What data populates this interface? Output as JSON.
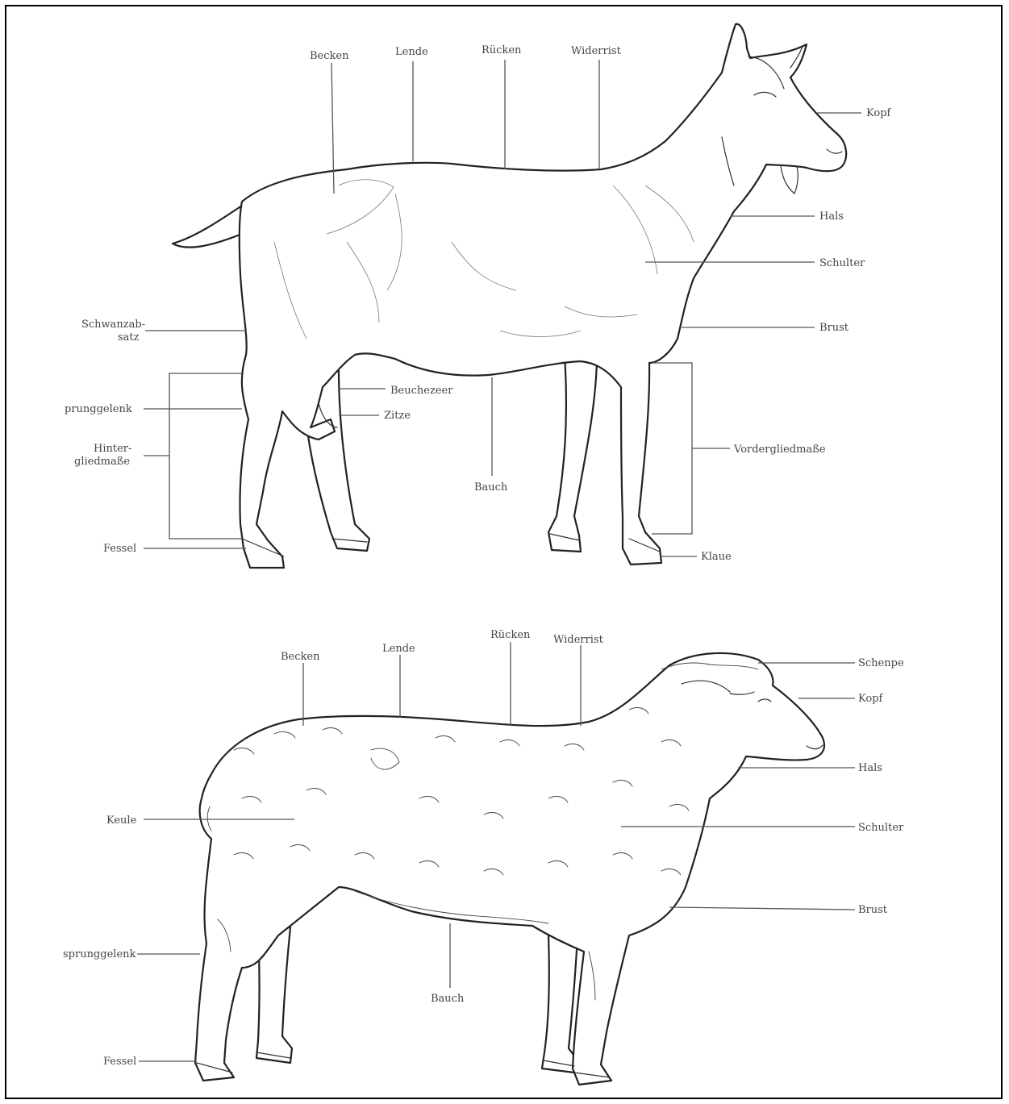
{
  "goat": {
    "labels": {
      "becken": "Becken",
      "lende": "Lende",
      "ruecken": "Rücken",
      "widerrist": "Widerrist",
      "kopf": "Kopf",
      "hals": "Hals",
      "schulter": "Schulter",
      "brust": "Brust",
      "schwanzansatz_1": "Schwanzab-",
      "schwanzansatz_2": "satz",
      "sprunggelenk": "prunggelenk",
      "euter": "Beuchezeer",
      "zitze": "Zitze",
      "hinterglied_1": "Hinter-",
      "hinterglied_2": "gliedmaße",
      "bauch": "Bauch",
      "vorderglied": "Vordergliedmaße",
      "fessel": "Fessel",
      "klaue": "Klaue"
    }
  },
  "sheep": {
    "labels": {
      "becken": "Becken",
      "lende": "Lende",
      "ruecken": "Rücken",
      "widerrist": "Widerrist",
      "schoepf": "Schenpe",
      "kopf": "Kopf",
      "hals": "Hals",
      "schulter": "Schulter",
      "brust": "Brust",
      "keule": "Keule",
      "sprunggelenk": "sprunggelenk",
      "bauch": "Bauch",
      "fessel": "Fessel"
    }
  }
}
